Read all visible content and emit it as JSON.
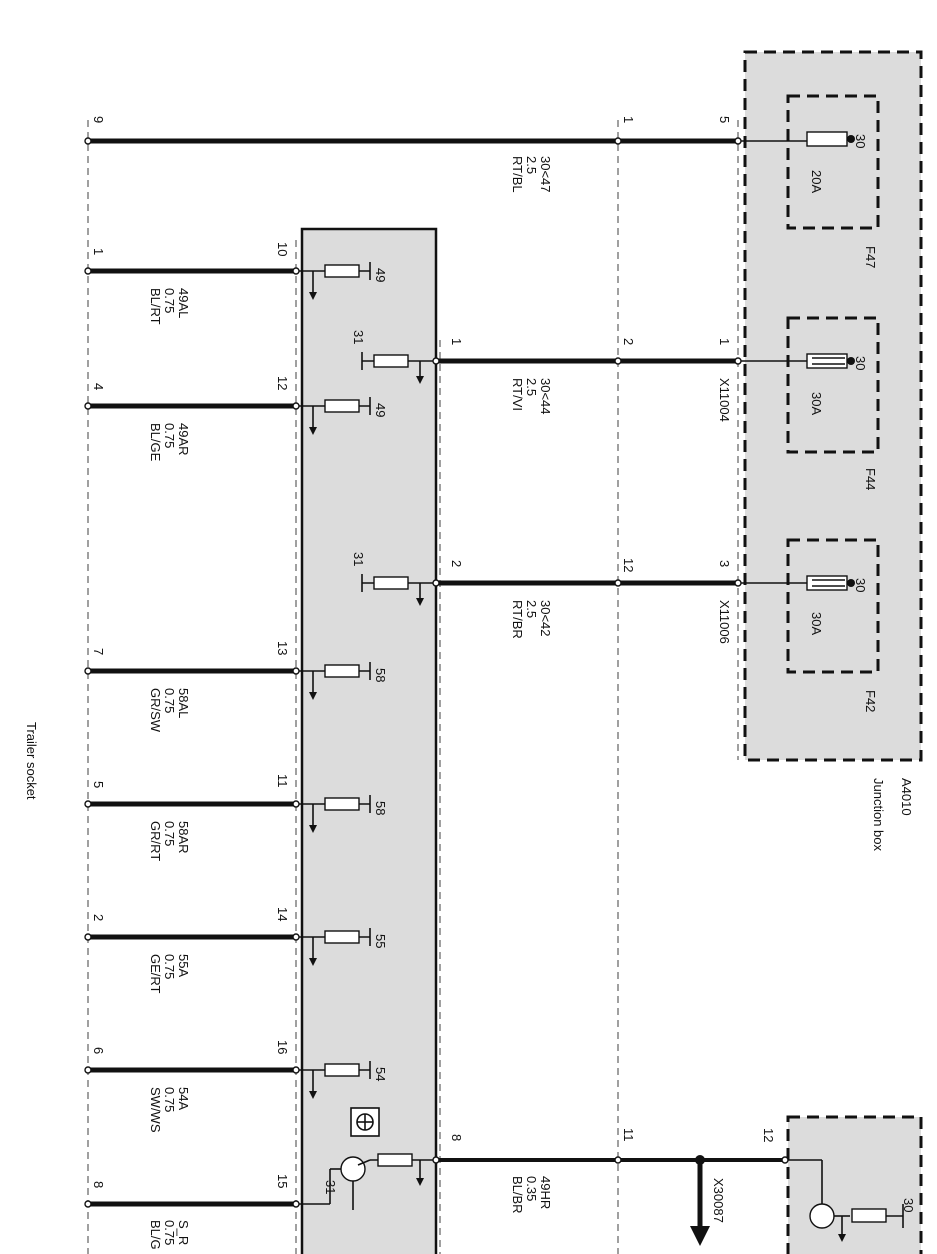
{
  "junction_box": {
    "id": "A4010",
    "name": "Junction box"
  },
  "trailer_socket": {
    "label": "Trailer socket"
  },
  "connectors": {
    "x11004": "X11004",
    "x11006": "X11006",
    "x30087": "X30087"
  },
  "fuses": [
    {
      "name": "F47",
      "rating": "20A",
      "terminal": "30",
      "pin": "5"
    },
    {
      "name": "F44",
      "rating": "30A",
      "terminal": "30",
      "pin": "1"
    },
    {
      "name": "F42",
      "rating": "30A",
      "terminal": "30",
      "pin": "3"
    }
  ],
  "wires": [
    {
      "id": "w1",
      "socket_pin": "9",
      "mid_pin": "1",
      "jb_pin": "5",
      "signal": "30<47",
      "gauge": "2.5",
      "color": "RT/BL"
    },
    {
      "id": "w2",
      "module_pin": "1",
      "mid_pin": "2",
      "jb_pin": "1",
      "signal": "30<44",
      "gauge": "2.5",
      "color": "RT/VI"
    },
    {
      "id": "w3",
      "module_pin": "2",
      "mid_pin": "12",
      "jb_pin": "3",
      "signal": "30<42",
      "gauge": "2.5",
      "color": "RT/BR"
    },
    {
      "id": "w4",
      "module_pin": "8",
      "mid_pin": "11",
      "jb_pin": "12",
      "signal": "49HR",
      "gauge": "0.35",
      "color": "BL/BR"
    }
  ],
  "outputs": [
    {
      "socket_pin": "1",
      "module_pin": "10",
      "terminal": "49",
      "signal": "49AL",
      "gauge": "0.75",
      "color": "BL/RT"
    },
    {
      "socket_pin": "4",
      "module_pin": "12",
      "terminal": "49",
      "signal": "49AR",
      "gauge": "0.75",
      "color": "BL/GE"
    },
    {
      "socket_pin": "7",
      "module_pin": "13",
      "terminal": "58",
      "signal": "58AL",
      "gauge": "0.75",
      "color": "GR/SW"
    },
    {
      "socket_pin": "5",
      "module_pin": "11",
      "terminal": "58",
      "signal": "58AR",
      "gauge": "0.75",
      "color": "GR/RT"
    },
    {
      "socket_pin": "2",
      "module_pin": "14",
      "terminal": "55",
      "signal": "55A",
      "gauge": "0.75",
      "color": "GE/RT"
    },
    {
      "socket_pin": "6",
      "module_pin": "16",
      "terminal": "54",
      "signal": "54A",
      "gauge": "0.75",
      "color": "SW/WS"
    },
    {
      "socket_pin": "8",
      "module_pin": "15",
      "signal": "S_R",
      "gauge": "0.75",
      "color": "BL/G"
    }
  ],
  "module_grounds": {
    "pin1": "31",
    "pin2": "31",
    "pin8": "31"
  },
  "bottom_right_terminal": "30"
}
